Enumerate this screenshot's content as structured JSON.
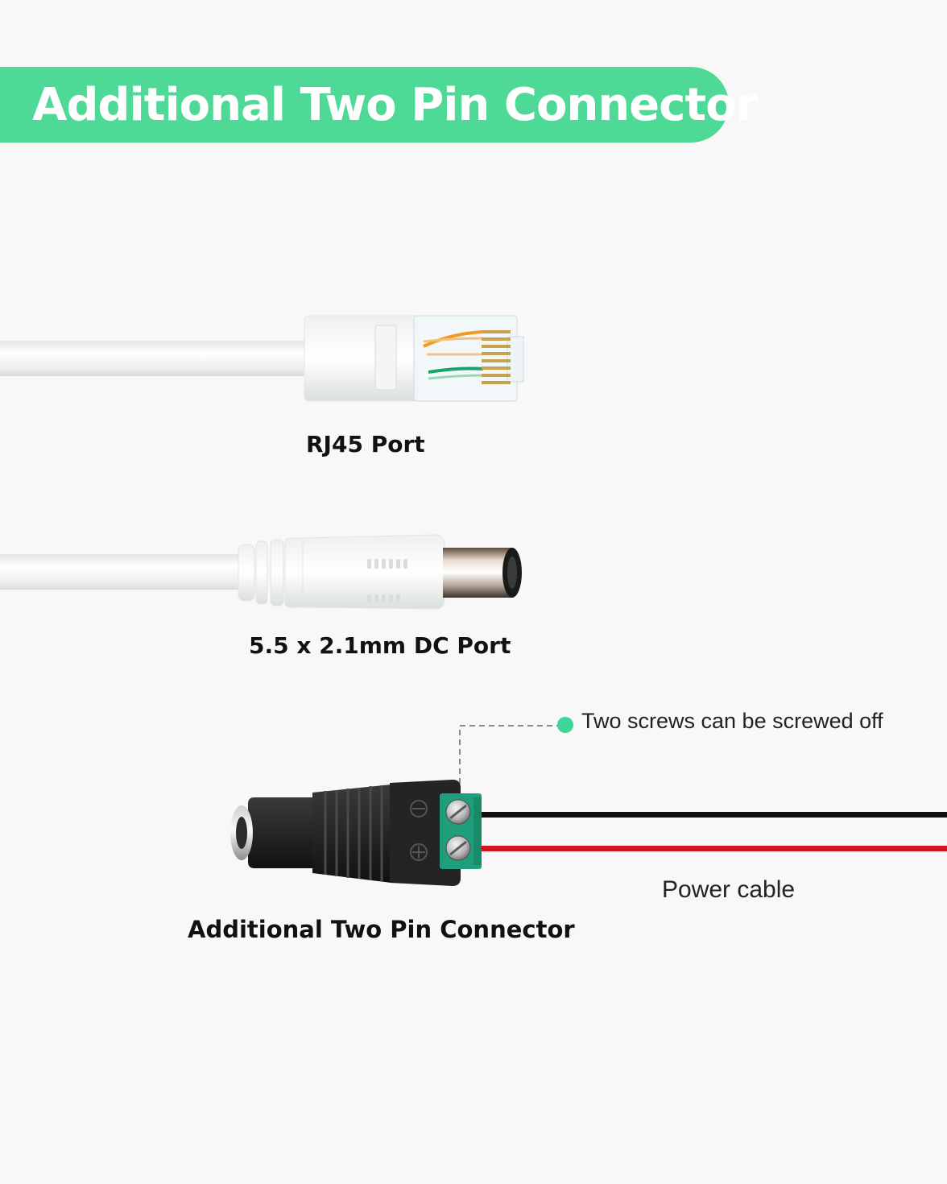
{
  "banner": {
    "title": "Additional Two Pin Connector",
    "color": "#4fd996"
  },
  "items": {
    "rj45_label": "RJ45 Port",
    "dc_label": "5.5 x 2.1mm DC Port",
    "connector_label": "Additional Two Pin Connector"
  },
  "annotations": {
    "screws_note": "Two screws can be screwed off",
    "cable_label": "Power cable",
    "accent_color": "#3dd598"
  },
  "colors": {
    "terminal_green": "#1f9e7b",
    "wire_black": "#111111",
    "wire_red": "#d3141c",
    "cable_white": "#ffffff"
  }
}
